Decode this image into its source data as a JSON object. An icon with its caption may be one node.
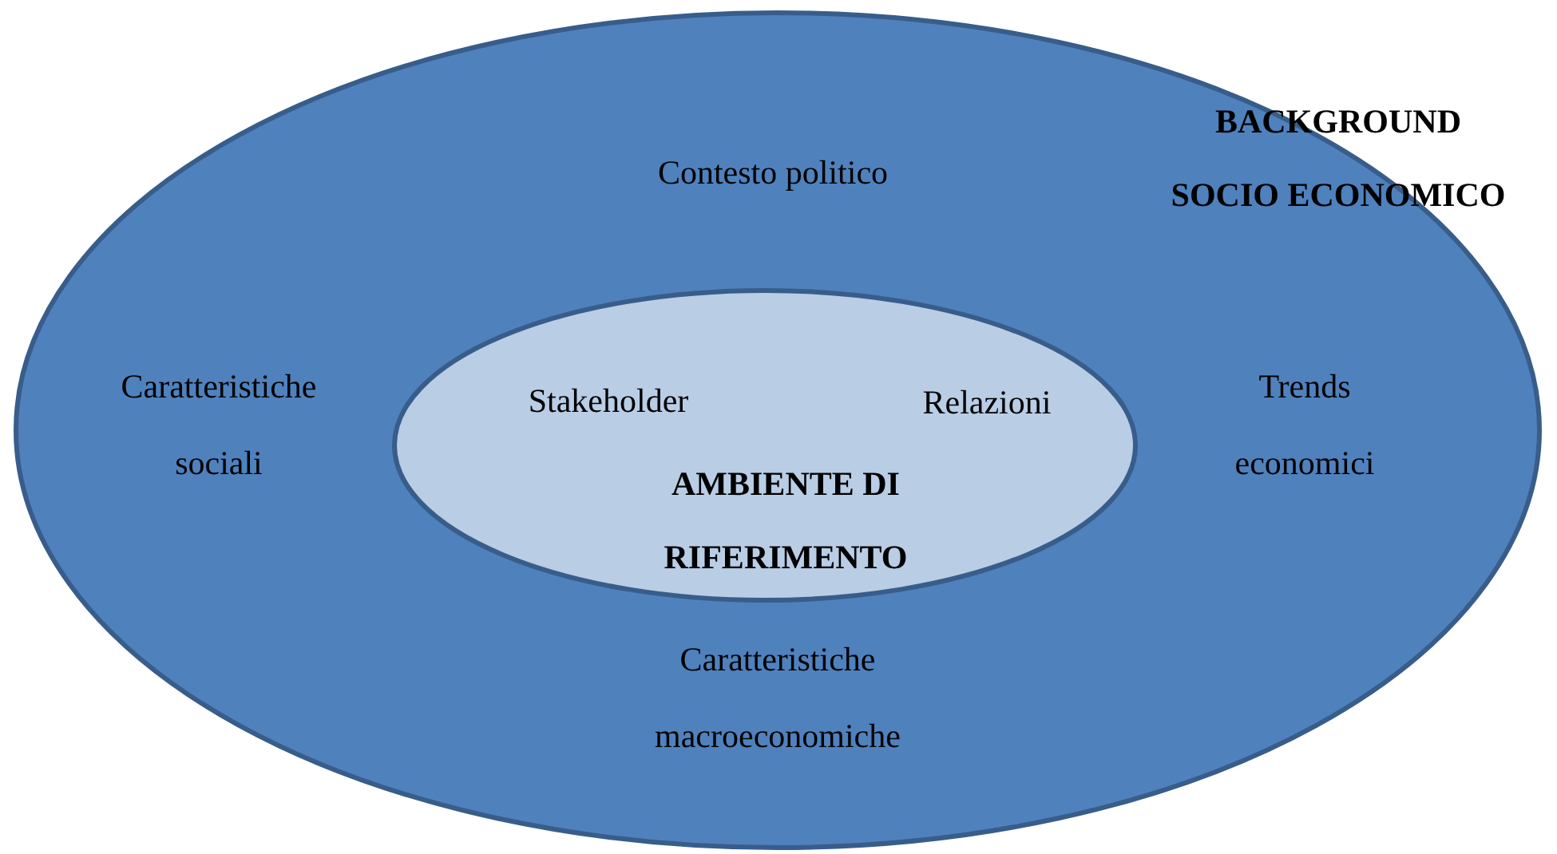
{
  "diagram": {
    "nodes": [
      {
        "text": [
          "BACKGROUND SOCIO ECONOMICO",
          "Contesto politico",
          "Caratteristiche sociali",
          "Trends economici",
          "Caratteristiche macroeconomiche"
        ]
      },
      {
        "text": [
          "Stakeholder",
          "Relazioni",
          "AMBIENTE DI RIFERIMENTO"
        ],
        "in": 0
      }
    ]
  }
}
